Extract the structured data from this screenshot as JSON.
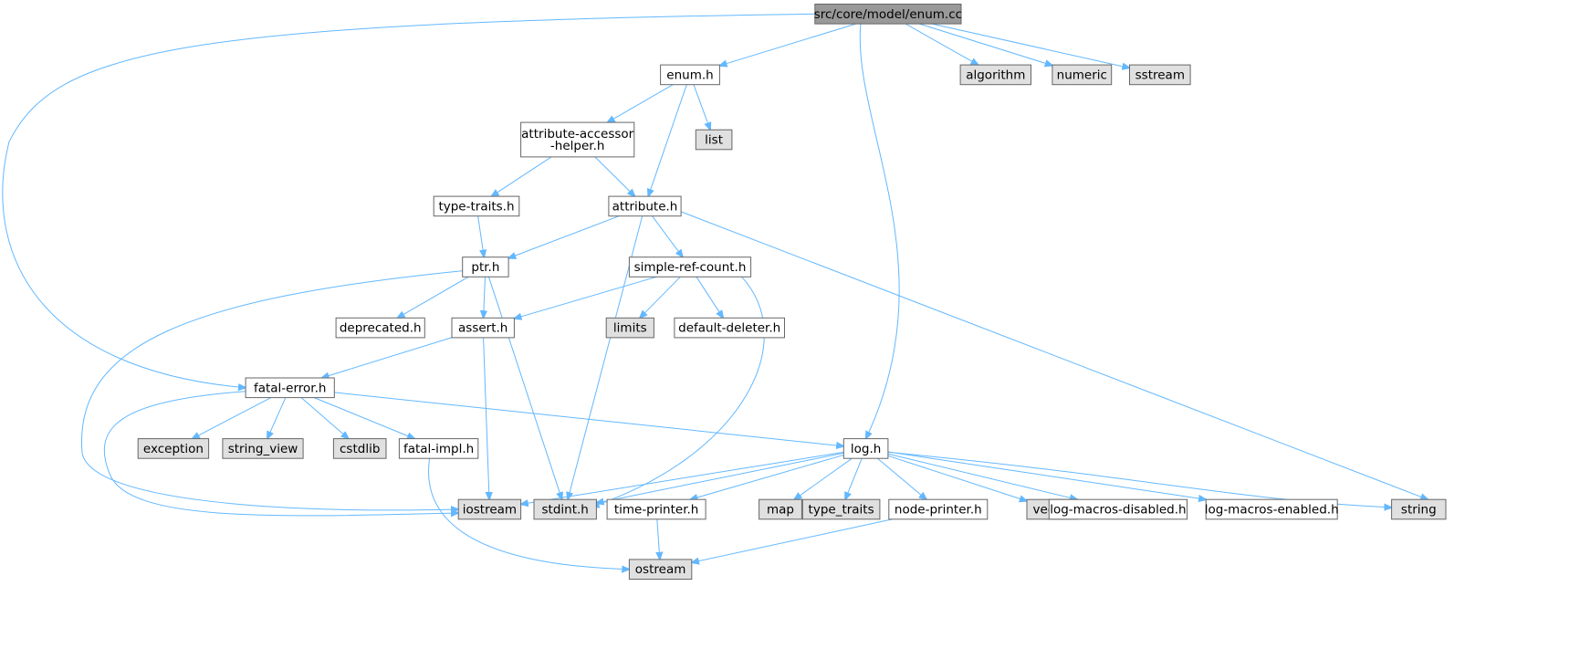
{
  "colors": {
    "root_fill": "#999999",
    "project_fill": "#ffffff",
    "system_fill": "#e0e0e0",
    "border": "#666666",
    "edge": "#63b8ff",
    "background": "#ffffff"
  },
  "nodes": [
    {
      "id": "root",
      "label": "src/core/model/enum.cc",
      "kind": "root"
    },
    {
      "id": "enum_h",
      "label": "enum.h",
      "kind": "project"
    },
    {
      "id": "algorithm",
      "label": "algorithm",
      "kind": "system"
    },
    {
      "id": "numeric",
      "label": "numeric",
      "kind": "system"
    },
    {
      "id": "sstream",
      "label": "sstream",
      "kind": "system"
    },
    {
      "id": "list",
      "label": "list",
      "kind": "system"
    },
    {
      "id": "aah",
      "label": "attribute-accessor\n-helper.h",
      "kind": "project"
    },
    {
      "id": "type_traits_h",
      "label": "type-traits.h",
      "kind": "project"
    },
    {
      "id": "attribute_h",
      "label": "attribute.h",
      "kind": "project"
    },
    {
      "id": "ptr_h",
      "label": "ptr.h",
      "kind": "project"
    },
    {
      "id": "src_h",
      "label": "simple-ref-count.h",
      "kind": "project"
    },
    {
      "id": "deprecated_h",
      "label": "deprecated.h",
      "kind": "project"
    },
    {
      "id": "assert_h",
      "label": "assert.h",
      "kind": "project"
    },
    {
      "id": "limits",
      "label": "limits",
      "kind": "system"
    },
    {
      "id": "dd_h",
      "label": "default-deleter.h",
      "kind": "project"
    },
    {
      "id": "fatal_error_h",
      "label": "fatal-error.h",
      "kind": "project"
    },
    {
      "id": "exception",
      "label": "exception",
      "kind": "system"
    },
    {
      "id": "string_view",
      "label": "string_view",
      "kind": "system"
    },
    {
      "id": "cstdlib",
      "label": "cstdlib",
      "kind": "system"
    },
    {
      "id": "fatal_impl_h",
      "label": "fatal-impl.h",
      "kind": "project"
    },
    {
      "id": "log_h",
      "label": "log.h",
      "kind": "project"
    },
    {
      "id": "iostream",
      "label": "iostream",
      "kind": "system"
    },
    {
      "id": "stdint_h",
      "label": "stdint.h",
      "kind": "system"
    },
    {
      "id": "time_printer_h",
      "label": "time-printer.h",
      "kind": "project"
    },
    {
      "id": "map",
      "label": "map",
      "kind": "system"
    },
    {
      "id": "type_traits",
      "label": "type_traits",
      "kind": "system"
    },
    {
      "id": "node_printer_h",
      "label": "node-printer.h",
      "kind": "project"
    },
    {
      "id": "vector",
      "label": "vector",
      "kind": "system"
    },
    {
      "id": "lmd_h",
      "label": "log-macros-disabled.h",
      "kind": "project"
    },
    {
      "id": "lme_h",
      "label": "log-macros-enabled.h",
      "kind": "project"
    },
    {
      "id": "string",
      "label": "string",
      "kind": "system"
    },
    {
      "id": "ostream",
      "label": "ostream",
      "kind": "system"
    }
  ],
  "edges": [
    [
      "root",
      "enum_h"
    ],
    [
      "root",
      "algorithm"
    ],
    [
      "root",
      "numeric"
    ],
    [
      "root",
      "sstream"
    ],
    [
      "root",
      "fatal_error_h"
    ],
    [
      "root",
      "log_h"
    ],
    [
      "enum_h",
      "aah"
    ],
    [
      "enum_h",
      "attribute_h"
    ],
    [
      "enum_h",
      "list"
    ],
    [
      "aah",
      "type_traits_h"
    ],
    [
      "aah",
      "attribute_h"
    ],
    [
      "type_traits_h",
      "ptr_h"
    ],
    [
      "attribute_h",
      "ptr_h"
    ],
    [
      "attribute_h",
      "src_h"
    ],
    [
      "attribute_h",
      "stdint_h"
    ],
    [
      "attribute_h",
      "string"
    ],
    [
      "ptr_h",
      "deprecated_h"
    ],
    [
      "ptr_h",
      "assert_h"
    ],
    [
      "ptr_h",
      "stdint_h"
    ],
    [
      "ptr_h",
      "iostream"
    ],
    [
      "src_h",
      "assert_h"
    ],
    [
      "src_h",
      "limits"
    ],
    [
      "src_h",
      "dd_h"
    ],
    [
      "src_h",
      "stdint_h"
    ],
    [
      "assert_h",
      "fatal_error_h"
    ],
    [
      "assert_h",
      "iostream"
    ],
    [
      "fatal_error_h",
      "exception"
    ],
    [
      "fatal_error_h",
      "string_view"
    ],
    [
      "fatal_error_h",
      "cstdlib"
    ],
    [
      "fatal_error_h",
      "fatal_impl_h"
    ],
    [
      "fatal_error_h",
      "log_h"
    ],
    [
      "fatal_error_h",
      "iostream"
    ],
    [
      "fatal_impl_h",
      "ostream"
    ],
    [
      "log_h",
      "iostream"
    ],
    [
      "log_h",
      "stdint_h"
    ],
    [
      "log_h",
      "time_printer_h"
    ],
    [
      "log_h",
      "map"
    ],
    [
      "log_h",
      "type_traits"
    ],
    [
      "log_h",
      "node_printer_h"
    ],
    [
      "log_h",
      "vector"
    ],
    [
      "log_h",
      "lmd_h"
    ],
    [
      "log_h",
      "lme_h"
    ],
    [
      "log_h",
      "string"
    ],
    [
      "time_printer_h",
      "ostream"
    ],
    [
      "node_printer_h",
      "ostream"
    ]
  ]
}
